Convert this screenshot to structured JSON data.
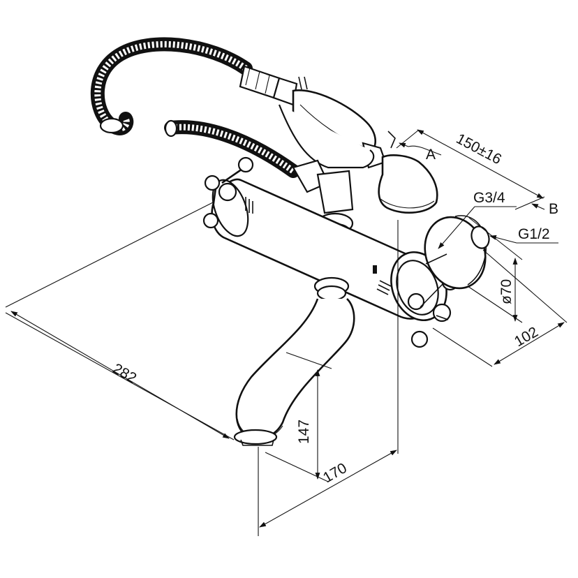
{
  "diagram": {
    "labels": {
      "width_282": "282",
      "reach_170": "170",
      "height_147": "147",
      "center_150": "150±16",
      "depth_102": "102",
      "diameter_70": "ø70",
      "thread_g34": "G3/4",
      "thread_g12": "G1/2",
      "marker_a": "A",
      "marker_b": "B"
    },
    "colors": {
      "line": "#111111",
      "background": "#ffffff"
    }
  }
}
